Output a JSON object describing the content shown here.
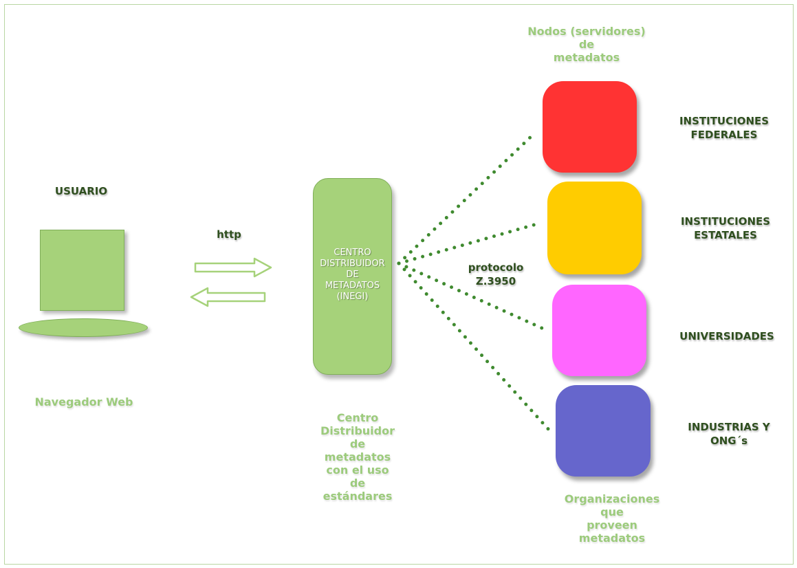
{
  "labels": {
    "usuario": "USUARIO",
    "navegador": "Navegador Web",
    "http": "http",
    "nodos_title": [
      "Nodos (servidores)",
      "de",
      "metadatos"
    ],
    "protocolo": [
      "protocolo",
      "Z.3950"
    ],
    "centro_box": [
      "CENTRO",
      "DISTRIBUIDOR",
      "DE",
      "METADATOS",
      "(INEGI)"
    ],
    "centro_caption": [
      "Centro",
      "Distribuidor",
      "de",
      "metadatos",
      "con el uso",
      "de",
      "estándares"
    ],
    "organizaciones": [
      "Organizaciones",
      "que",
      "proveen",
      "metadatos"
    ]
  },
  "institutions": [
    {
      "label": [
        "INSTITUCIONES",
        "FEDERALES"
      ],
      "color": "#ff3333"
    },
    {
      "label": [
        "INSTITUCIONES",
        "ESTATALES"
      ],
      "color": "#ffcc00"
    },
    {
      "label": [
        "UNIVERSIDADES"
      ],
      "color": "#ff66ff"
    },
    {
      "label": [
        "INDUSTRIAS Y",
        "ONG´s"
      ],
      "color": "#6666cc"
    }
  ],
  "colors": {
    "green_fill": "#a6d27a",
    "green_text": "#9ccb7c",
    "dark_text": "#2f4f1f",
    "dotted_link": "#3f8a2f"
  }
}
